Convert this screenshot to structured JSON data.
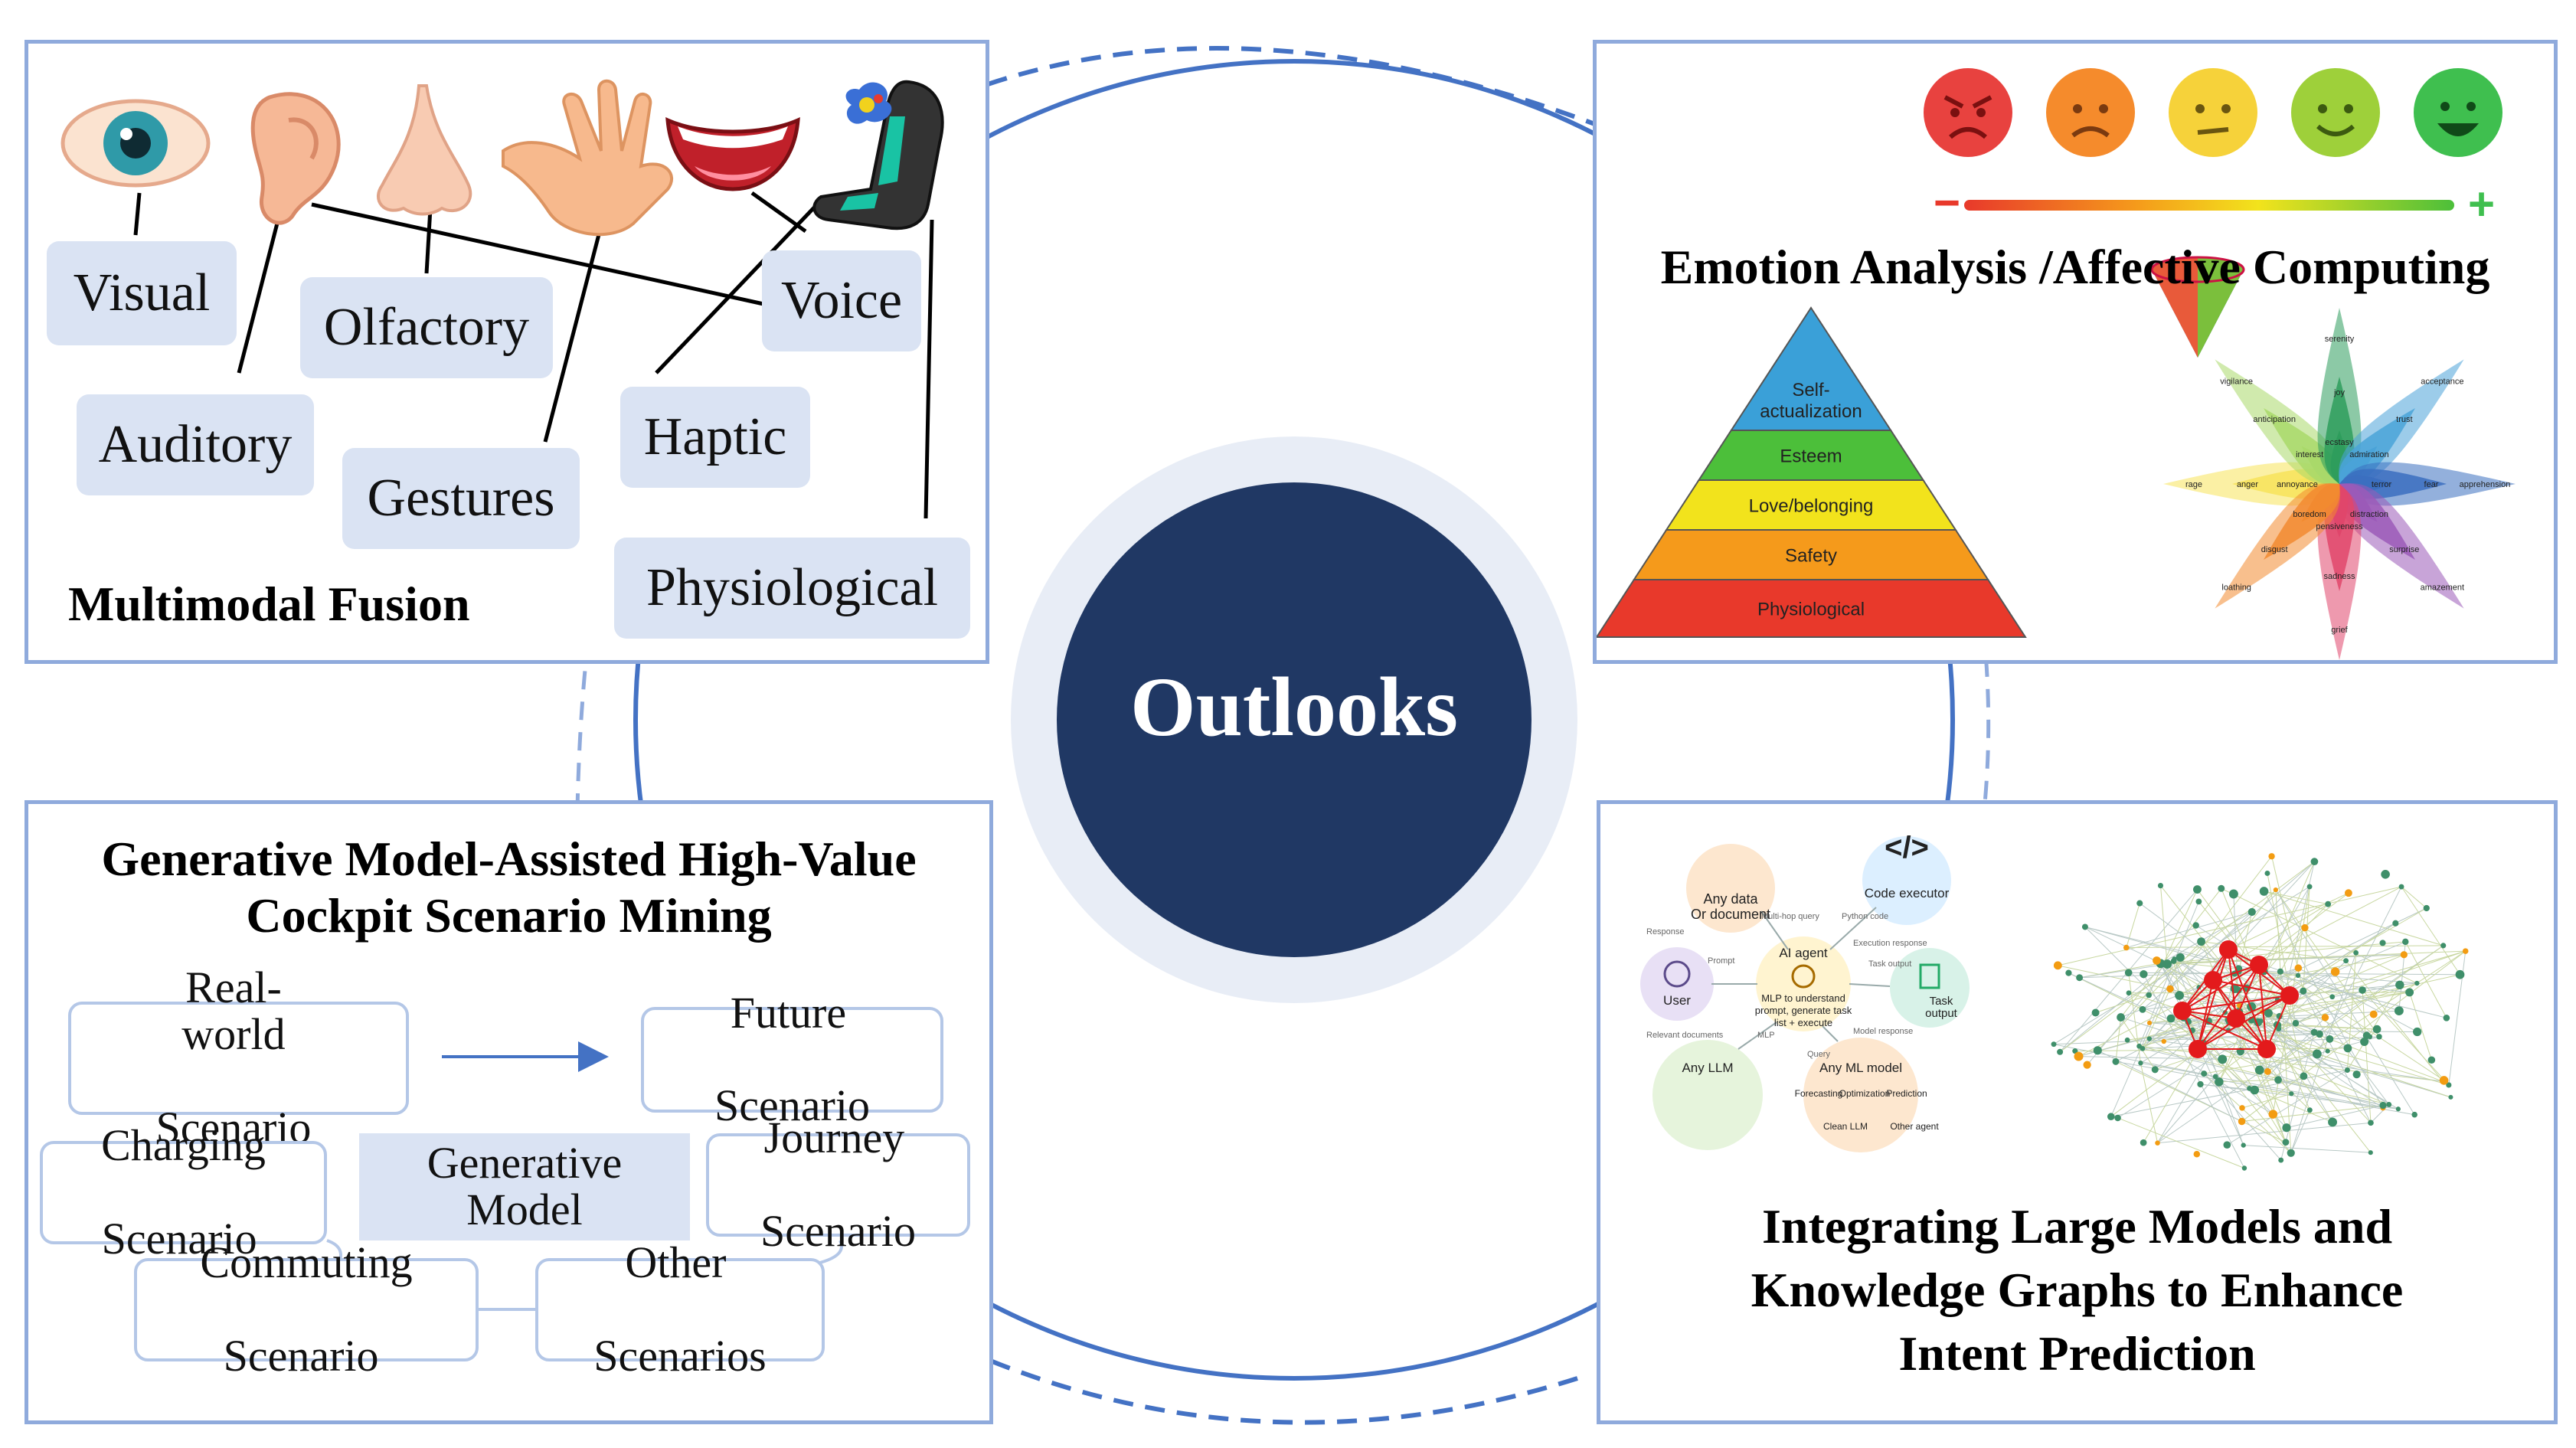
{
  "center": {
    "title": "Outlooks"
  },
  "multimodal": {
    "heading": "Multimodal Fusion",
    "modalities": [
      "Visual",
      "Olfactory",
      "Voice",
      "Auditory",
      "Haptic",
      "Gestures",
      "Physiological"
    ],
    "icons": [
      "eye-icon",
      "ear-icon",
      "nose-icon",
      "hand-icon",
      "mouth-icon",
      "car-seat-icon"
    ]
  },
  "emotion": {
    "heading": "Emotion Analysis /Affective Computing",
    "faces": [
      "angry-face-icon",
      "sad-face-icon",
      "neutral-face-icon",
      "happy-face-icon",
      "very-happy-face-icon"
    ],
    "scale_minus": "−",
    "scale_plus": "+",
    "pyramid_levels": [
      "Self-actualization",
      "Esteem",
      "Love/belonging",
      "Safety",
      "Physiological"
    ],
    "pyramid_colors": [
      "#3aa0d8",
      "#4cbf3a",
      "#f2e31c",
      "#f59a1b",
      "#e8392b"
    ],
    "wheel_labels": [
      "serenity",
      "joy",
      "ecstasy",
      "acceptance",
      "trust",
      "admiration",
      "apprehension",
      "fear",
      "terror",
      "amazement",
      "surprise",
      "distraction",
      "grief",
      "sadness",
      "pensiveness",
      "loathing",
      "disgust",
      "boredom",
      "rage",
      "anger",
      "annoyance",
      "vigilance",
      "anticipation",
      "interest"
    ]
  },
  "scenario": {
    "heading_line1": "Generative Model-Assisted High-Value",
    "heading_line2": "Cockpit Scenario Mining",
    "real_world": [
      "Real-world",
      "Scenario"
    ],
    "future": [
      "Future",
      "Scenario"
    ],
    "charging": [
      "Charging",
      "Scenario"
    ],
    "generative": [
      "Generative",
      "Model"
    ],
    "journey": [
      "Journey",
      "Scenario"
    ],
    "commuting": [
      "Commuting",
      "Scenario"
    ],
    "other": [
      "Other",
      "Scenarios"
    ]
  },
  "intent": {
    "heading_line1": "Integrating Large Models and",
    "heading_line2": "Knowledge Graphs to Enhance",
    "heading_line3": "Intent Prediction",
    "agent": {
      "any_data": [
        "Any data",
        "Or document"
      ],
      "code_executor": "Code executor",
      "ai_agent": "AI agent",
      "user": "User",
      "task_output": [
        "Task",
        "output"
      ],
      "mlp": [
        "MLP to understand",
        "prompt, generate task",
        "list + execute"
      ],
      "any_llm": "Any LLM",
      "any_ml_model": "Any ML model",
      "ml_tasks": [
        "Forecasting",
        "Optimization",
        "Prediction"
      ],
      "sub_labels": [
        "Clean LLM",
        "Other agent"
      ],
      "edge_labels": [
        "Prompt",
        "Multi-hop query",
        "Python code",
        "Execution response",
        "Relevant documents",
        "MLP",
        "Model response",
        "Query",
        "Response",
        "Task output"
      ]
    },
    "colors": {
      "graph_red": "#e31a1c",
      "graph_green": "#3f8f6a",
      "graph_orange": "#f39c12"
    }
  }
}
